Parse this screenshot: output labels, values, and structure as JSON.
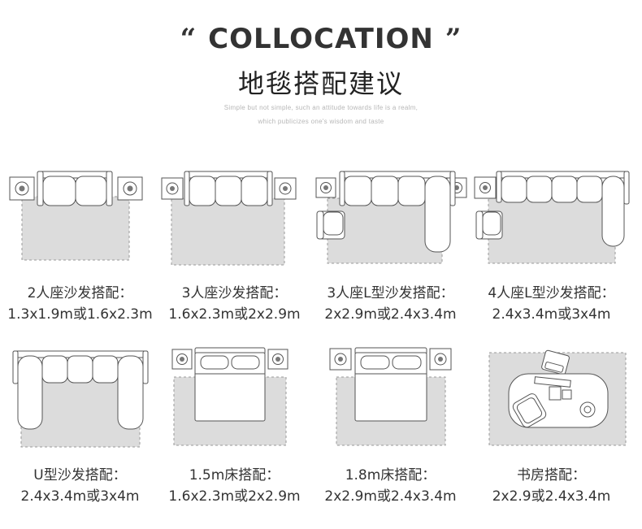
{
  "header": {
    "quote_open": "“",
    "title_en": "COLLOCATION",
    "quote_close": "”",
    "title_cn": "地毯搭配建议",
    "subtitle_line1": "Simple but not simple, such an attitude towards life is a realm,",
    "subtitle_line2": "which publicizes one's wisdom and taste"
  },
  "colors": {
    "rug": "#dcdcdc",
    "outline": "#555555",
    "furniture_fill": "#ffffff",
    "dash": "#9a9a9a",
    "text": "#333333"
  },
  "layouts": [
    {
      "id": "2-seater",
      "line1": "2人座沙发搭配：",
      "line2": "1.3x1.9m或1.6x2.3m"
    },
    {
      "id": "3-seater",
      "line1": "3人座沙发搭配：",
      "line2": "1.6x2.3m或2x2.9m"
    },
    {
      "id": "3-seater-l",
      "line1": "3人座L型沙发搭配：",
      "line2": "2x2.9m或2.4x3.4m"
    },
    {
      "id": "4-seater-l",
      "line1": "4人座L型沙发搭配：",
      "line2": "2.4x3.4m或3x4m"
    },
    {
      "id": "u-sofa",
      "line1": "U型沙发搭配：",
      "line2": "2.4x3.4m或3x4m"
    },
    {
      "id": "bed-1-5",
      "line1": "1.5m床搭配：",
      "line2": "1.6x2.3m或2x2.9m"
    },
    {
      "id": "bed-1-8",
      "line1": "1.8m床搭配：",
      "line2": "2x2.9m或2.4x3.4m"
    },
    {
      "id": "study",
      "line1": "书房搭配：",
      "line2": "2x2.9或2.4x3.4m"
    }
  ]
}
